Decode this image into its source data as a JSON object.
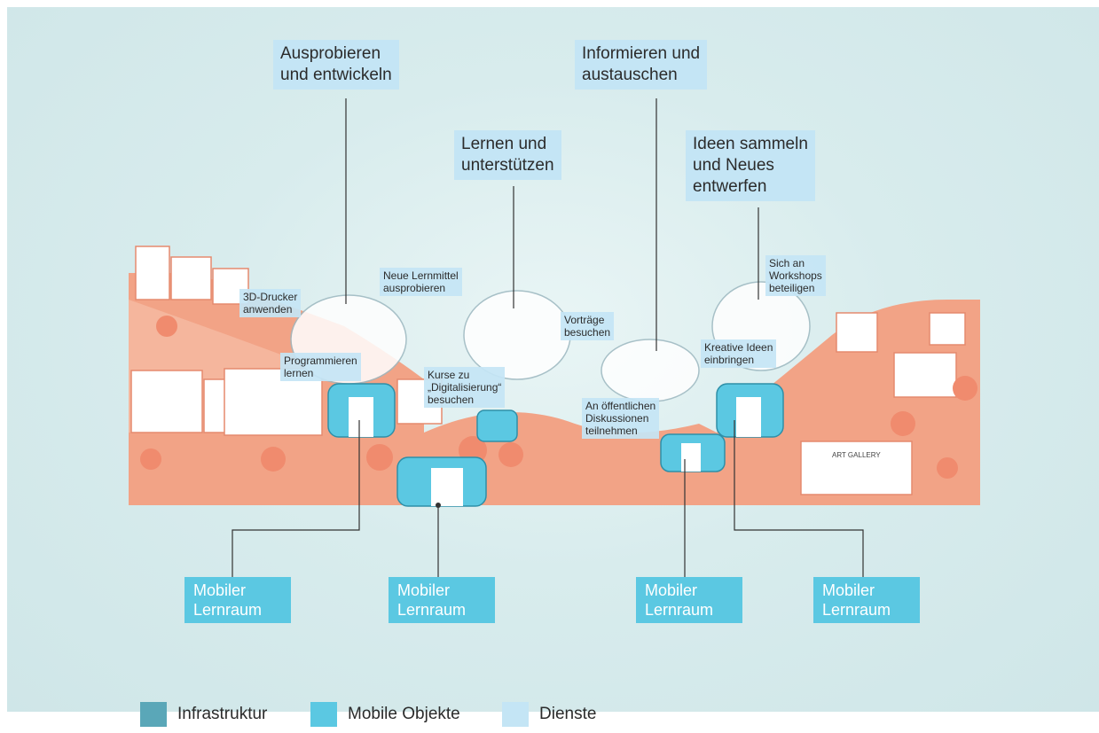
{
  "services_large": [
    {
      "text": "Ausprobieren\nund entwickeln"
    },
    {
      "text": "Informieren und\naustauschen"
    },
    {
      "text": "Lernen und\nunterstützen"
    },
    {
      "text": "Ideen sammeln\nund Neues\nentwerfen"
    }
  ],
  "services_small": [
    {
      "text": "3D-Drucker\nanwenden"
    },
    {
      "text": "Neue Lernmittel\nausprobieren"
    },
    {
      "text": "Vorträge\nbesuchen"
    },
    {
      "text": "Sich an\nWorkshops\nbeteiligen"
    },
    {
      "text": "Programmieren\nlernen"
    },
    {
      "text": "Kurse zu\n„Digitalisierung“\nbesuchen"
    },
    {
      "text": "Kreative Ideen\neinbringen"
    },
    {
      "text": "An öffentlichen\nDiskussionen\nteilnehmen"
    }
  ],
  "mobile": [
    {
      "text": "Mobiler\nLernraum"
    },
    {
      "text": "Mobiler\nLernraum"
    },
    {
      "text": "Mobiler\nLernraum"
    },
    {
      "text": "Mobiler\nLernraum"
    }
  ],
  "legend": [
    {
      "label": "Infrastruktur",
      "color": "#5aa7b8"
    },
    {
      "label": "Mobile Objekte",
      "color": "#5bc8e2"
    },
    {
      "label": "Dienste",
      "color": "#c4e5f5"
    }
  ],
  "colors": {
    "hill": "#f3a488",
    "hill_light": "#f7c3ae",
    "mobile_room": "#5bc8e2",
    "service_box": "#c4e5f5",
    "building": "#ffffff",
    "line": "#333333"
  }
}
